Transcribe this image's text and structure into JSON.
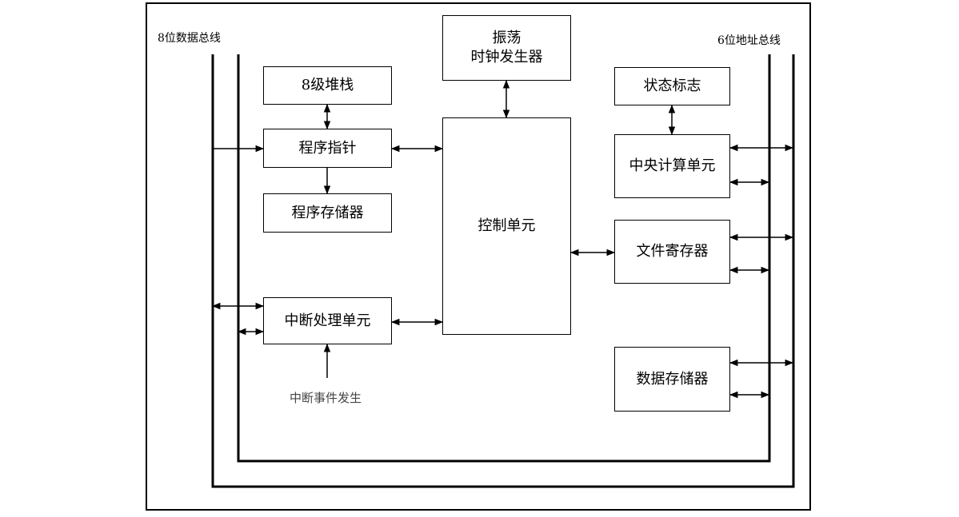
{
  "labels": {
    "data_bus": "8位数据总线",
    "addr_bus": "6位地址总线",
    "interrupt_event": "中断事件发生"
  },
  "blocks": {
    "osc_line1": "振荡",
    "osc_line2": "时钟发生器",
    "stack": "8级堆栈",
    "pc": "程序指针",
    "prog_mem": "程序存储器",
    "control": "控制单元",
    "interrupt": "中断处理单元",
    "status": "状态标志",
    "cpu": "中央计算单元",
    "file_reg": "文件寄存器",
    "data_mem": "数据存储器"
  }
}
